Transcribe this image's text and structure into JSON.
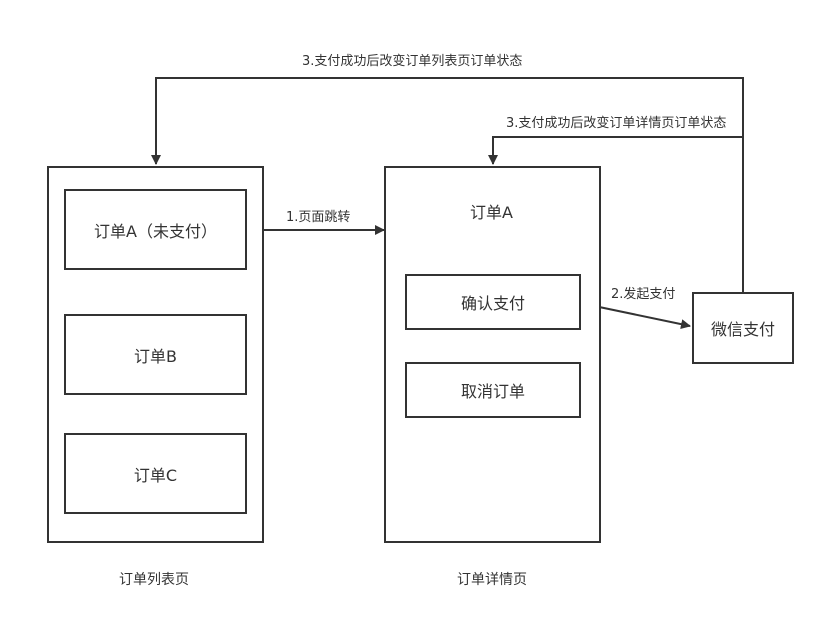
{
  "list_page": {
    "caption": "订单列表页",
    "items": [
      {
        "label": "订单A（未支付）"
      },
      {
        "label": "订单B"
      },
      {
        "label": "订单C"
      }
    ]
  },
  "detail_page": {
    "caption": "订单详情页",
    "title": "订单A",
    "confirm_label": "确认支付",
    "cancel_label": "取消订单"
  },
  "wechat_pay": {
    "label": "微信支付"
  },
  "edges": {
    "step1": "1.页面跳转",
    "step2": "2.发起支付",
    "step3_list": "3.支付成功后改变订单列表页订单状态",
    "step3_detail": "3.支付成功后改变订单详情页订单状态"
  },
  "colors": {
    "stroke": "#333333",
    "background": "#ffffff"
  }
}
